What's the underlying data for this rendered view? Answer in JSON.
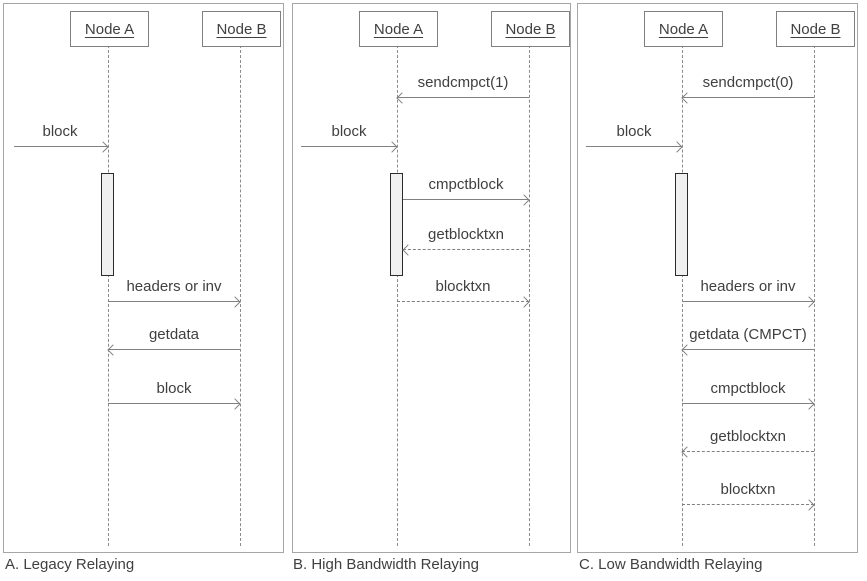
{
  "colors": {
    "panel_border": "#a6a6a6",
    "node_border": "#808080",
    "line": "#808080",
    "text": "#404040",
    "activation_fill": "#f0f0f0",
    "activation_border": "#2b2b2b"
  },
  "panels": [
    {
      "id": "A",
      "caption": "A. Legacy Relaying",
      "nodes": {
        "a": "Node A",
        "b": "Node B"
      },
      "messages": [
        {
          "label": "block",
          "from": "network",
          "to": "node-a",
          "line": "solid"
        },
        {
          "label": "headers or inv",
          "from": "node-a",
          "to": "node-b",
          "line": "solid"
        },
        {
          "label": "getdata",
          "from": "node-b",
          "to": "node-a",
          "line": "solid"
        },
        {
          "label": "block",
          "from": "node-a",
          "to": "node-b",
          "line": "solid"
        }
      ]
    },
    {
      "id": "B",
      "caption": "B. High Bandwidth Relaying",
      "nodes": {
        "a": "Node A",
        "b": "Node B"
      },
      "messages": [
        {
          "label": "sendcmpct(1)",
          "from": "node-b",
          "to": "node-a",
          "line": "solid"
        },
        {
          "label": "block",
          "from": "network",
          "to": "node-a",
          "line": "solid"
        },
        {
          "label": "cmpctblock",
          "from": "node-a",
          "to": "node-b",
          "line": "solid"
        },
        {
          "label": "getblocktxn",
          "from": "node-b",
          "to": "node-a",
          "line": "dashed"
        },
        {
          "label": "blocktxn",
          "from": "node-a",
          "to": "node-b",
          "line": "dashed"
        }
      ]
    },
    {
      "id": "C",
      "caption": "C. Low Bandwidth Relaying",
      "nodes": {
        "a": "Node A",
        "b": "Node B"
      },
      "messages": [
        {
          "label": "sendcmpct(0)",
          "from": "node-b",
          "to": "node-a",
          "line": "solid"
        },
        {
          "label": "block",
          "from": "network",
          "to": "node-a",
          "line": "solid"
        },
        {
          "label": "headers or inv",
          "from": "node-a",
          "to": "node-b",
          "line": "solid"
        },
        {
          "label": "getdata (CMPCT)",
          "from": "node-b",
          "to": "node-a",
          "line": "solid"
        },
        {
          "label": "cmpctblock",
          "from": "node-a",
          "to": "node-b",
          "line": "solid"
        },
        {
          "label": "getblocktxn",
          "from": "node-b",
          "to": "node-a",
          "line": "dashed"
        },
        {
          "label": "blocktxn",
          "from": "node-a",
          "to": "node-b",
          "line": "dashed"
        }
      ]
    }
  ]
}
